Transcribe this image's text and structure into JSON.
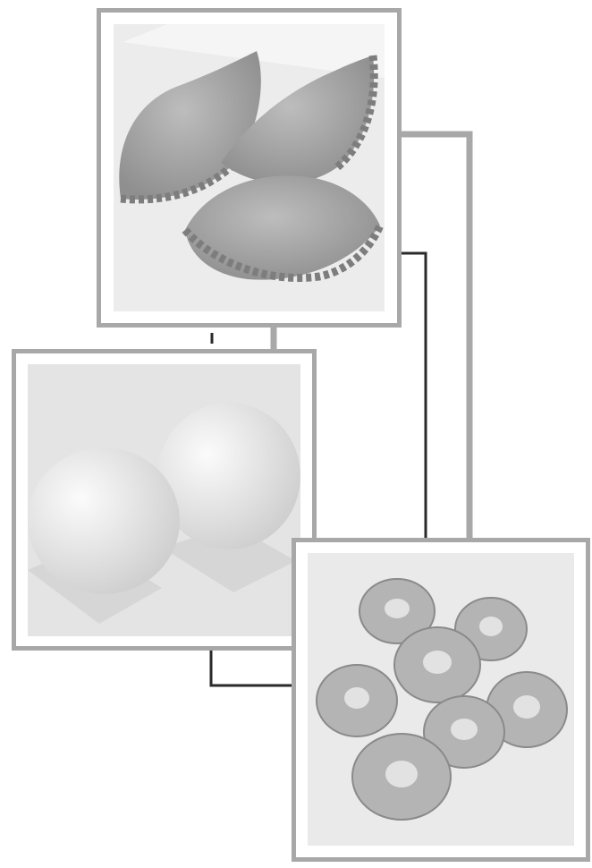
{
  "colors": {
    "frame_border": "#a8a8a8",
    "connector_gray": "#a8a8a8",
    "connector_dark": "#2a2a2a",
    "photo_background": "#e9e9e9"
  },
  "panels": [
    {
      "id": "pastries",
      "subject": "curry-puffs"
    },
    {
      "id": "buns",
      "subject": "steamed-buns"
    },
    {
      "id": "doughnuts",
      "subject": "ring-doughnuts"
    }
  ]
}
